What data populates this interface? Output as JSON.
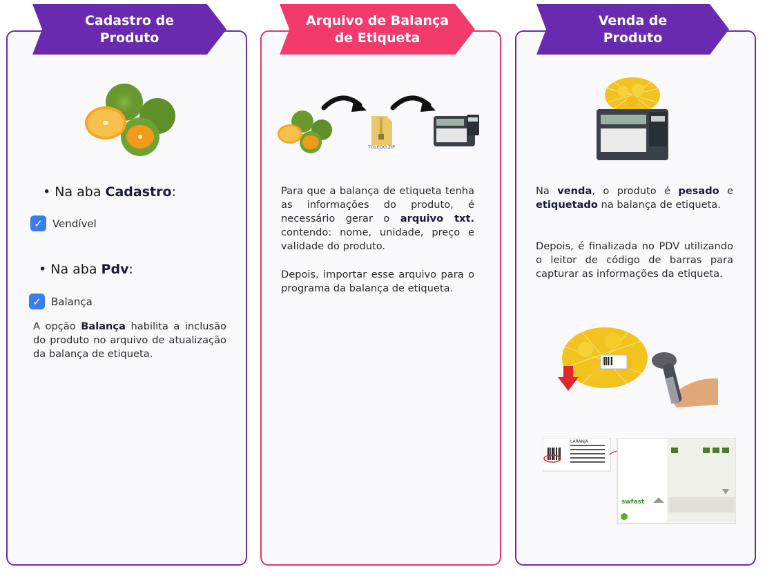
{
  "col1": {
    "title_line1": "Cadastro de",
    "title_line2": "Produto",
    "bullet1_prefix": "Na aba ",
    "bullet1_bold": "Cadastro",
    "bullet1_suffix": ":",
    "check1_label": "Vendível",
    "bullet2_prefix": "Na aba ",
    "bullet2_bold": "Pdv",
    "bullet2_suffix": ":",
    "check2_label": "Balança",
    "para_prefix": "A opção ",
    "para_bold": "Balança",
    "para_suffix": " habilita a inclusão do produto no arquivo de atualização da balança de etiqueta."
  },
  "col2": {
    "title_line1": "Arquivo de Balança",
    "title_line2": "de Etiqueta",
    "zip_label": "TOLEDO.ZIP",
    "para1_prefix": "Para que a balança de etiqueta tenha as informações do produto, é necessário gerar o ",
    "para1_bold": "arquivo txt.",
    "para1_suffix": " contendo: nome, unidade, preço e validade do produto.",
    "para2": "Depois, importar esse arquivo para o programa da balança de etiqueta."
  },
  "col3": {
    "title_line1": "Venda de",
    "title_line2": "Produto",
    "p1_a": "Na ",
    "p1_b": "venda",
    "p1_c": ", o produto é ",
    "p1_d": "pesado",
    "p1_e": " e ",
    "p1_f": "etiquetado",
    "p1_g": " na balança de etiqueta.",
    "para2": "Depois, é finalizada no PDV utilizando o leitor de código de barras para capturar as informações da etiqueta.",
    "label_brand": "swfast",
    "label_product": "LARANJA"
  },
  "colors": {
    "purple": "#6a2ab0",
    "pink": "#f23a6c",
    "checkbox": "#3b7df0",
    "orange": "#f39a1e",
    "green": "#5a8a2a"
  }
}
